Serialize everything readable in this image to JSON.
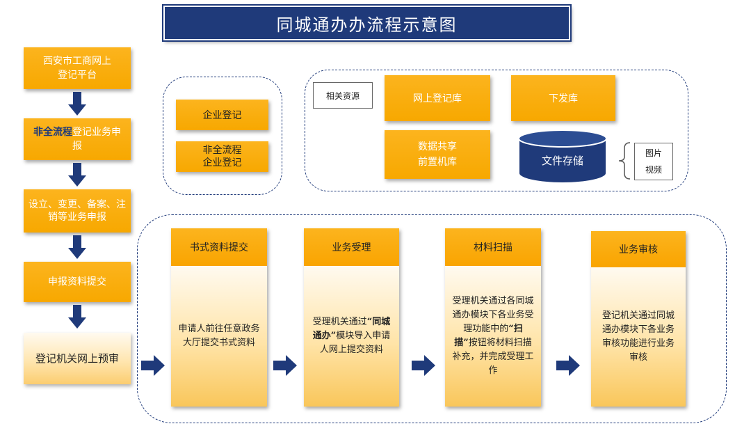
{
  "title": "同城通办办流程示意图",
  "colors": {
    "navy": "#1f3a7a",
    "orange": "#f7a800",
    "pale": "#ffe6b0"
  },
  "left_flow": {
    "step1": "西安市工商网上登记平台",
    "step2_highlight": "非全流程",
    "step2_rest": "登记业务申报",
    "step3": "设立、变更、备案、注销等业务申报",
    "step4": "申报资料提交",
    "step5": "登记机关网上预审"
  },
  "registration_types": {
    "item1": "企业登记",
    "item2_line1": "非全流程",
    "item2_line2": "企业登记"
  },
  "resources": {
    "label": "相关资源",
    "online_db": "网上登记库",
    "issued_db": "下发库",
    "sharing_line1": "数据共享",
    "sharing_line2": "前置机库",
    "file_storage": "文件存储",
    "media_line1": "图片",
    "media_line2": "视频"
  },
  "process": {
    "s1_title": "书式资料提交",
    "s1_body": "申请人前往任意政务大厅提交书式资料",
    "s2_title": "业务受理",
    "s2_body_a": "受理机关通过",
    "s2_term": "“同城通办”",
    "s2_body_b": "模块导入申请人网上提交资料",
    "s3_title": "材料扫描",
    "s3_body_a": "受理机关通过各同城通办模块下各业务受理功能中的",
    "s3_term": "“扫描”",
    "s3_body_b": "按钮将材料扫描补充，并完成受理工作",
    "s4_title": "业务审核",
    "s4_body": "登记机关通过同城通办模块下各业务审核功能进行业务审核"
  }
}
